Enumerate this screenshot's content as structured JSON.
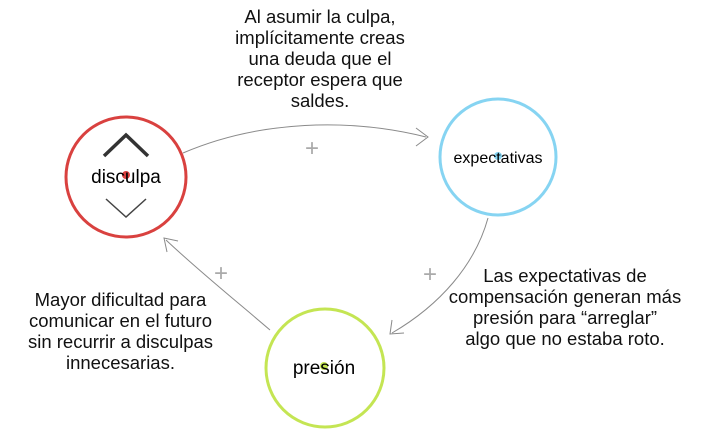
{
  "diagram": {
    "nodes": [
      {
        "id": "disculpa",
        "label": "disculpa",
        "color": "#d9413f"
      },
      {
        "id": "expectativas",
        "label": "expectativas",
        "color": "#86d4f2"
      },
      {
        "id": "presion",
        "label": "presión",
        "color": "#c4e553"
      }
    ],
    "links": [
      {
        "from": "disculpa",
        "to": "expectativas",
        "sign": "+"
      },
      {
        "from": "expectativas",
        "to": "presion",
        "sign": "+"
      },
      {
        "from": "presion",
        "to": "disculpa",
        "sign": "+"
      }
    ],
    "notes": {
      "top": [
        "Al asumir la culpa,",
        "implícitamente creas",
        "una deuda que el",
        "receptor espera que",
        "saldes."
      ],
      "right": [
        "Las expectativas de",
        "compensación generan más",
        "presión para “arreglar”",
        "algo que no estaba roto."
      ],
      "left": [
        "Mayor dificultad para",
        "comunicar en el futuro",
        "sin recurrir a disculpas",
        "innecesarias."
      ]
    },
    "link_color": "#8a8a8a",
    "sign_color": "#aaaaaa"
  }
}
